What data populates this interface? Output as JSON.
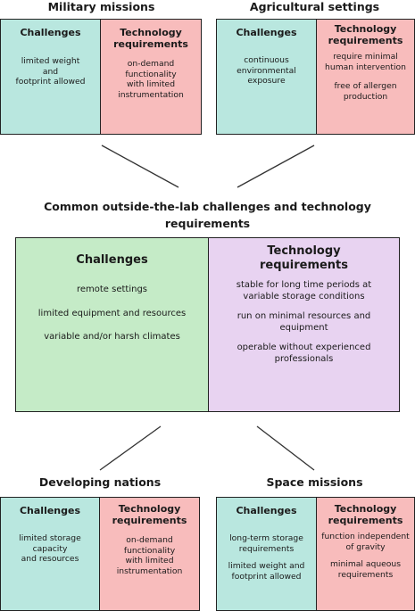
{
  "center": {
    "title": "Common outside-the-lab challenges and technology requirements",
    "challenges": {
      "title": "Challenges",
      "items": [
        "remote settings",
        "limited equipment and resources",
        "variable and/or harsh climates"
      ]
    },
    "requirements": {
      "title": "Technology requirements",
      "items": [
        "stable for long time periods at variable storage conditions",
        "run on minimal resources and equipment",
        "operable without experienced professionals"
      ]
    }
  },
  "military": {
    "title": "Military missions",
    "challenges": {
      "title": "Challenges",
      "items": [
        "limited weight\nand\nfootprint allowed"
      ]
    },
    "requirements": {
      "title": "Technology\nrequirements",
      "items": [
        "on-demand\nfunctionality\nwith limited\ninstrumentation"
      ]
    }
  },
  "agricultural": {
    "title": "Agricultural settings",
    "challenges": {
      "title": "Challenges",
      "items": [
        "continuous\nenvironmental\nexposure"
      ]
    },
    "requirements": {
      "title": "Technology\nrequirements",
      "items": [
        "require minimal\nhuman intervention",
        "free of  allergen\nproduction"
      ]
    }
  },
  "developing": {
    "title": "Developing nations",
    "challenges": {
      "title": "Challenges",
      "items": [
        "limited storage\ncapacity\nand resources"
      ]
    },
    "requirements": {
      "title": "Technology\nrequirements",
      "items": [
        "on-demand\nfunctionality\nwith limited\ninstrumentation"
      ]
    }
  },
  "space": {
    "title": "Space missions",
    "challenges": {
      "title": "Challenges",
      "items": [
        "long-term storage\nrequirements",
        "limited weight and\nfootprint allowed"
      ]
    },
    "requirements": {
      "title": "Technology\nrequirements",
      "items": [
        "function independent\nof gravity",
        "minimal aqueous\nrequirements"
      ]
    }
  },
  "colors": {
    "center_challenges": "#c5ebc7",
    "center_requirements": "#e8d3f1",
    "side_challenges": "#b9e7df",
    "side_requirements": "#f8bcbc"
  }
}
